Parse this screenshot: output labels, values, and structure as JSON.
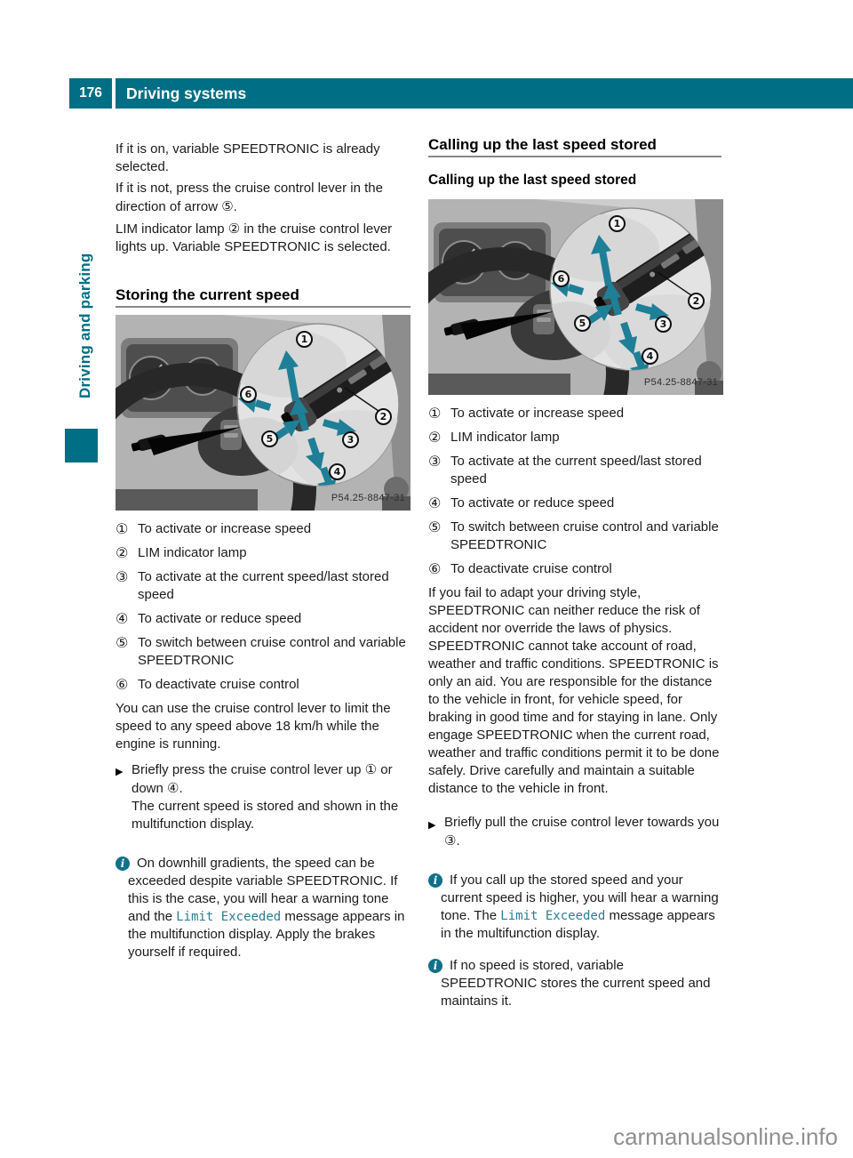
{
  "header": {
    "page_number": "176",
    "title": "Driving systems"
  },
  "sidebar": {
    "label": "Driving and parking"
  },
  "icons": {
    "step_bullet": "▶",
    "info": "i"
  },
  "colors": {
    "accent_teal": "#006e84",
    "display_message_teal": "#2a7e93"
  },
  "figure": {
    "code": "P54.25-8847-31",
    "callouts": [
      "1",
      "2",
      "3",
      "4",
      "5",
      "6"
    ]
  },
  "legend": [
    {
      "ref": "①",
      "text": "To activate or increase speed"
    },
    {
      "ref": "②",
      "text": "LIM indicator lamp"
    },
    {
      "ref": "③",
      "text": "To activate at the current speed/last stored speed"
    },
    {
      "ref": "④",
      "text": "To activate or reduce speed"
    },
    {
      "ref": "⑤",
      "text": "To switch between cruise control and variable SPEEDTRONIC"
    },
    {
      "ref": "⑥",
      "text": "To deactivate cruise control"
    }
  ],
  "left": {
    "p1": "If it is on, variable SPEEDTRONIC is already selected.",
    "p2_pre": "If it is not, press the cruise control lever in the direction of arrow ",
    "p2_ref": "⑤",
    "p2_post": ".",
    "p3_pre": "LIM indicator lamp ",
    "p3_ref": "②",
    "p3_post": " in the cruise control lever lights up. Variable SPEEDTRONIC is selected.",
    "heading": "Storing the current speed",
    "p4": "You can use the cruise control lever to limit the speed to any speed above 18 km/h while the engine is running.",
    "step": {
      "pre": "Briefly press the cruise control lever up ",
      "ref1": "①",
      "mid": " or down ",
      "ref2": "④",
      "post": ".",
      "result": "The current speed is stored and shown in the multifunction display."
    },
    "info": {
      "pre": "On downhill gradients, the speed can be exceeded despite variable SPEEDTRONIC. If this is the case, you will hear a warning tone and the ",
      "code": "Limit Exceeded",
      "post": " message appears in the multifunction display. Apply the brakes yourself if required."
    }
  },
  "right": {
    "heading": "Calling up the last speed stored",
    "subheading": "Calling up the last speed stored",
    "p1": "If you fail to adapt your driving style, SPEEDTRONIC can neither reduce the risk of accident nor override the laws of physics. SPEEDTRONIC cannot take account of road, weather and traffic conditions. SPEEDTRONIC is only an aid. You are responsible for the distance to the vehicle in front, for vehicle speed, for braking in good time and for staying in lane. Only engage SPEEDTRONIC when the current road, weather and traffic conditions permit it to be done safely. Drive carefully and maintain a suitable distance to the vehicle in front.",
    "step": {
      "pre": "Briefly pull the cruise control lever towards you ",
      "ref": "③",
      "post": "."
    },
    "info1": {
      "pre": "If you call up the stored speed and your current speed is higher, you will hear a warning tone. The ",
      "code": "Limit Exceeded",
      "post": " message appears in the multifunction display."
    },
    "info2": "If no speed is stored, variable SPEEDTRONIC stores the current speed and maintains it."
  },
  "watermark": "carmanualsonline.info"
}
